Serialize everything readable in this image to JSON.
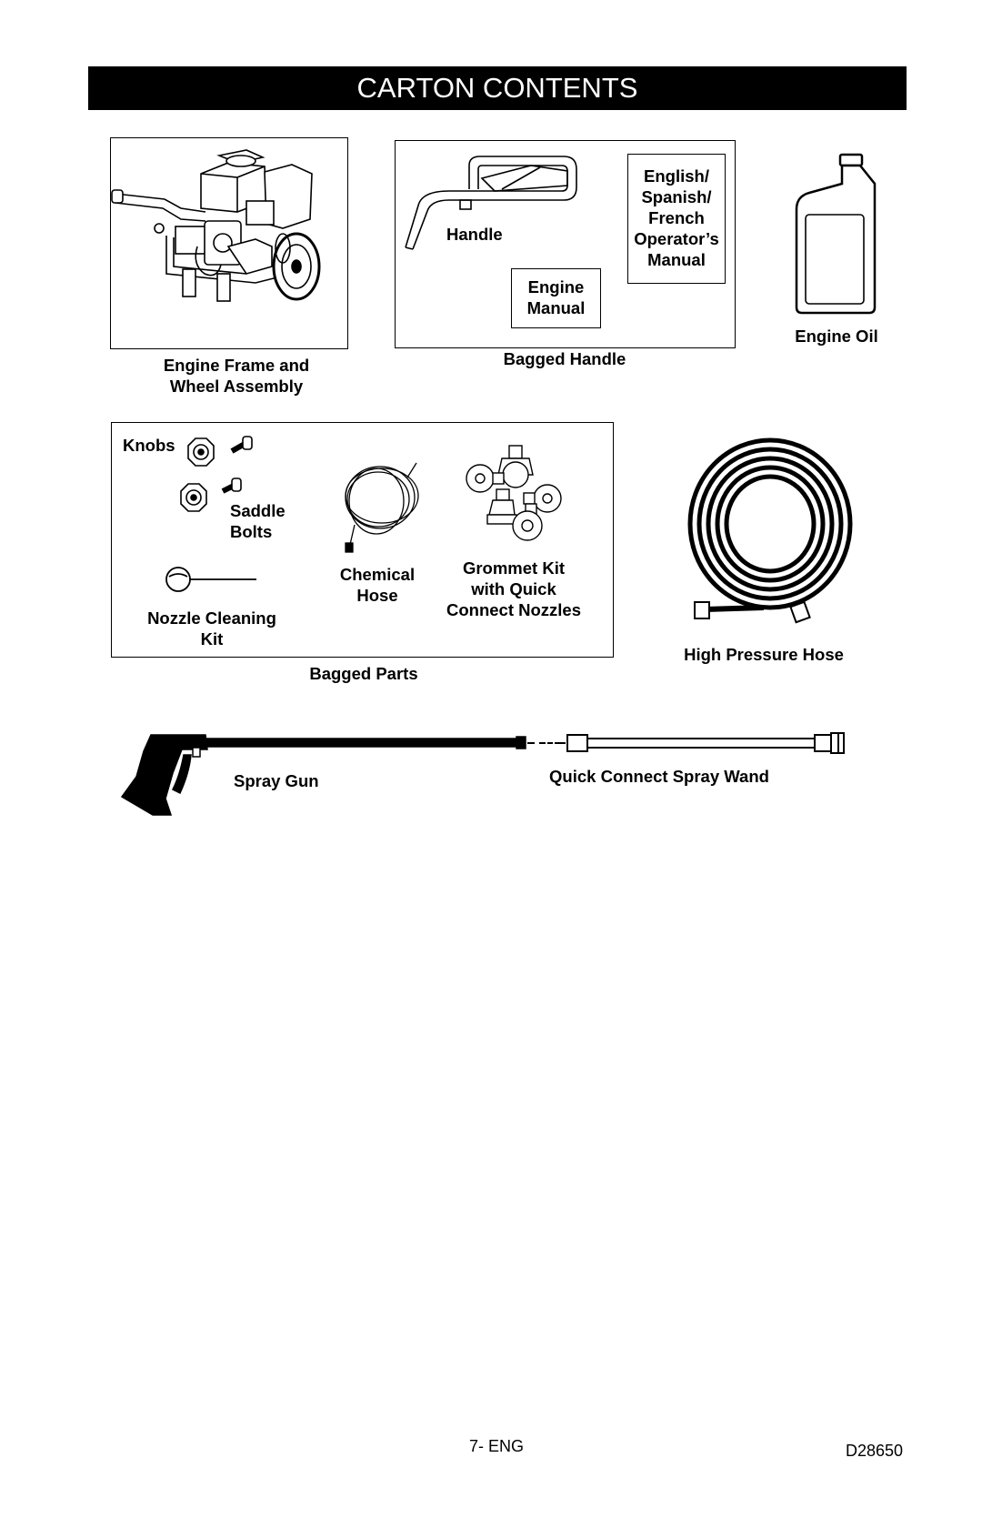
{
  "header": {
    "title": "CARTON CONTENTS"
  },
  "items": {
    "engine_frame": {
      "label_line1": "Engine Frame and",
      "label_line2": "Wheel Assembly"
    },
    "bagged_handle": {
      "title": "Bagged Handle",
      "handle": "Handle",
      "engine_manual_line1": "Engine",
      "engine_manual_line2": "Manual",
      "operators_manual_lines": [
        "English/",
        "Spanish/",
        "French",
        "Operator’s",
        "Manual"
      ]
    },
    "engine_oil": {
      "label": "Engine Oil"
    },
    "bagged_parts": {
      "title": "Bagged Parts",
      "knobs": "Knobs",
      "saddle_bolts_line1": "Saddle",
      "saddle_bolts_line2": "Bolts",
      "nozzle_kit_line1": "Nozzle Cleaning",
      "nozzle_kit_line2": "Kit",
      "chemical_hose_line1": "Chemical",
      "chemical_hose_line2": "Hose",
      "grommet_kit_lines": [
        "Grommet Kit",
        "with Quick",
        "Connect Nozzles"
      ]
    },
    "high_pressure_hose": {
      "label": "High Pressure Hose"
    },
    "spray_gun": {
      "label": "Spray Gun"
    },
    "spray_wand": {
      "label": "Quick Connect Spray Wand"
    }
  },
  "footer": {
    "page_number": "7- ENG",
    "doc_code": "D28650"
  }
}
